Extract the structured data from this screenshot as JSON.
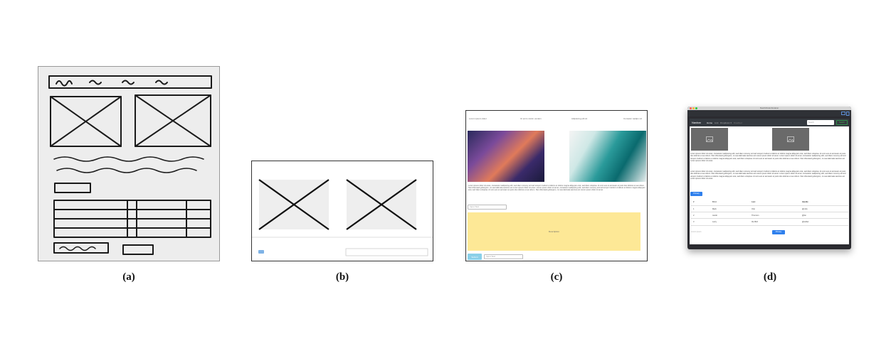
{
  "captions": [
    "(a)",
    "(b)",
    "(c)",
    "(d)"
  ],
  "panel_c": {
    "nav": [
      "Lorem ipsum dolor",
      "Ut enim minim veniam",
      "Adipiscing elit sit",
      "Consetur sadips sci"
    ],
    "paragraph": "Lorem ipsum dolor sit amet, consetetur sadipscing elitr, sed diam nonumy eirmod tempor invidunt ut labore et dolore magna aliquyam erat, sed diam voluptua. At vero eos et accusam et justo duo dolores et ea rebum. Stet clita kasd gubergren, no sea takimata sanctus est Lorem ipsum dolor sit amet. Lorem ipsum dolor sit amet, consetetur sadipscing elitr, sed diam nonumy eirmod tempor invidunt ut labore et dolore magna aliquyam erat, sed diam voluptua. At vero eos et accusam et justo duo dolores et ea rebum. Stet clita kasd gubergren, no sea takimata sanctus est Lorem ipsum dolor sit amet.",
    "input1_placeholder": "Input Text",
    "box_label": "Description",
    "button_label": "Submit",
    "input2_placeholder": "Input Text"
  },
  "panel_d": {
    "window_title": "Sketch2Code Renderer",
    "navbar": {
      "brand": "Navbar",
      "links": [
        "Home",
        "Link",
        "Dropdown ▾",
        "Disabled"
      ],
      "search_placeholder": "Search",
      "search_button": "Search"
    },
    "paragraphs": [
      "Lorem ipsum dolor sit amet, consetetur sadipscing elitr, sed diam nonumy eirmod tempor invidunt ut labore et dolore magna aliquyam erat, sed diam voluptua. At vero eos et accusam et justo duo dolores et ea rebum. Stet clita kasd gubergren, no sea takimata sanctus est Lorem ipsum dolor sit amet. Lorem ipsum dolor sit amet, consetetur sadipscing elitr, sed diam nonumy eirmod tempor invidunt ut labore et dolore magna aliquyam erat, sed diam voluptua. At vero eos et accusam et justo duo dolores et ea rebum. Stet clita kasd gubergren, no sea takimata sanctus est Lorem ipsum dolor sit amet.",
      "Lorem ipsum dolor sit amet, consetetur sadipscing elitr, sed diam nonumy eirmod tempor invidunt ut labore et dolore magna aliquyam erat, sed diam voluptua. At vero eos et accusam et justo duo dolores et ea rebum. Stet clita kasd gubergren, no sea takimata sanctus est Lorem ipsum dolor sit amet. Lorem ipsum dolor sit amet, consetetur sadipscing elitr, sed diam nonumy eirmod tempor invidunt ut labore et dolore magna aliquyam erat, sed diam voluptua. At vero eos et accusam et justo duo dolores et ea rebum. Stet clita kasd gubergren, no sea takimata sanctus est Lorem ipsum dolor sit amet."
    ],
    "primary_button": "Primary",
    "table": {
      "headers": [
        "#",
        "First",
        "Last",
        "Handle"
      ],
      "rows": [
        [
          "1",
          "Mark",
          "Otto",
          "@mdo"
        ],
        [
          "2",
          "Jacob",
          "Thornton",
          "@fat"
        ],
        [
          "3",
          "Larry",
          "the Bird",
          "@twitter"
        ]
      ]
    },
    "footer_placeholder": "Lorem ipsum",
    "footer_button": "Primary"
  }
}
